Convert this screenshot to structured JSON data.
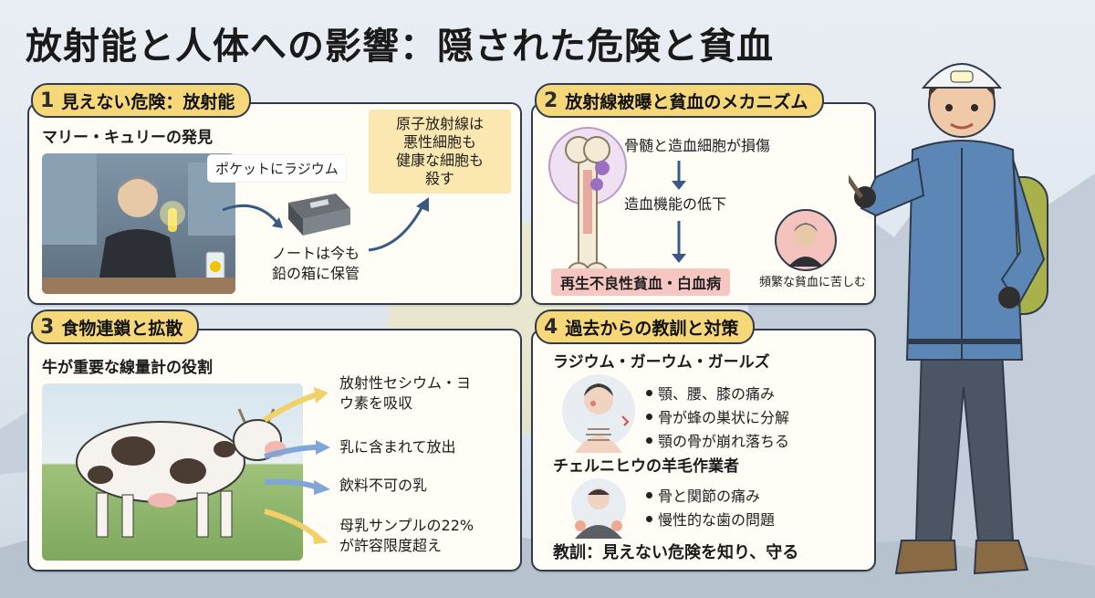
{
  "title": "放射能と人体への影響：隠された危険と貧血",
  "panel1": {
    "number": "1",
    "heading": "見えない危険：放射能",
    "subtitle": "マリー・キュリーの発見",
    "pocket_label": "ポケットにラジウム",
    "note_label_1": "ノートは今も",
    "note_label_2": "鉛の箱に保管",
    "radiation_lines": [
      "原子放射線は",
      "悪性細胞も",
      "健康な細胞も",
      "殺す"
    ]
  },
  "panel2": {
    "number": "2",
    "heading": "放射線被曝と貧血のメカニズム",
    "step1": "骨髄と造血細胞が損傷",
    "step2": "造血機能の低下",
    "result": "再生不良性貧血・白血病",
    "portrait_caption": "頻繁な貧血に苦しむ"
  },
  "panel3": {
    "number": "3",
    "heading": "食物連鎖と拡散",
    "subtitle": "牛が重要な線量計の役割",
    "item1_line1": "放射性セシウム・ヨ",
    "item1_line2": "ウ素を吸収",
    "item2": "乳に含まれて放出",
    "item3": "飲料不可の乳",
    "item4_line1": "母乳サンプルの22%",
    "item4_line2": "が許容限度超え"
  },
  "panel4": {
    "number": "4",
    "heading": "過去からの教訓と対策",
    "group1_title": "ラジウム・ガーウム・ガールズ",
    "group1_items": [
      "顎、腰、膝の痛み",
      "骨が蜂の巣状に分解",
      "顎の骨が崩れ落ちる"
    ],
    "group2_title": "チェルニヒウの羊毛作業者",
    "group2_items": [
      "骨と関節の痛み",
      "慢性的な歯の問題"
    ],
    "lesson": "教訓：見えない危険を知り、守る"
  },
  "colors": {
    "heading_bg": "#f6d878",
    "panel_bg": "#fffdf6",
    "border": "#2f3b4b",
    "highlight_yellow": "#fbe7b0",
    "highlight_pink": "#f6c7c2",
    "arrow_blue": "#3a5a86"
  }
}
